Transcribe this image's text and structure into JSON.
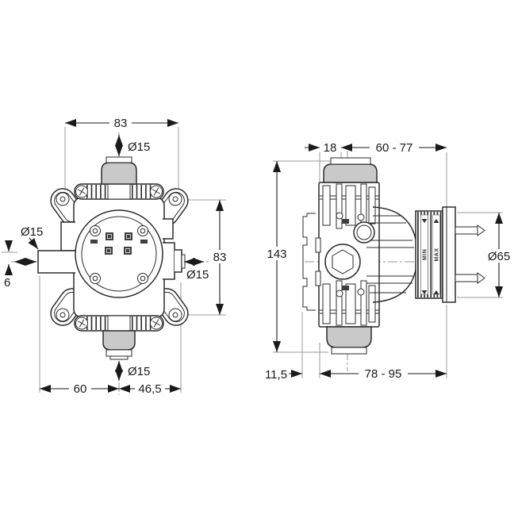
{
  "front": {
    "dims": {
      "top_width": "83",
      "top_port": "Ø15",
      "left_port": "Ø15",
      "left_offset": "6",
      "right_port": "Ø15",
      "right_height": "83",
      "bottom_port": "Ø15",
      "bottom_left_width": "60",
      "bottom_right_width": "46,5"
    }
  },
  "side": {
    "dims": {
      "flange_depth": "18",
      "body_depth_range": "60 - 77",
      "height": "143",
      "sleeve_diameter": "Ø65",
      "bracket_offset": "11,5",
      "total_depth_range": "78 - 95"
    },
    "labels": {
      "min": "MIN",
      "max": "MAX"
    }
  },
  "colors": {
    "line": "#2b2b2b",
    "dimension": "#1a1a1a",
    "extension": "#9b9b9b",
    "connector_fill": "#c9c9c9"
  }
}
